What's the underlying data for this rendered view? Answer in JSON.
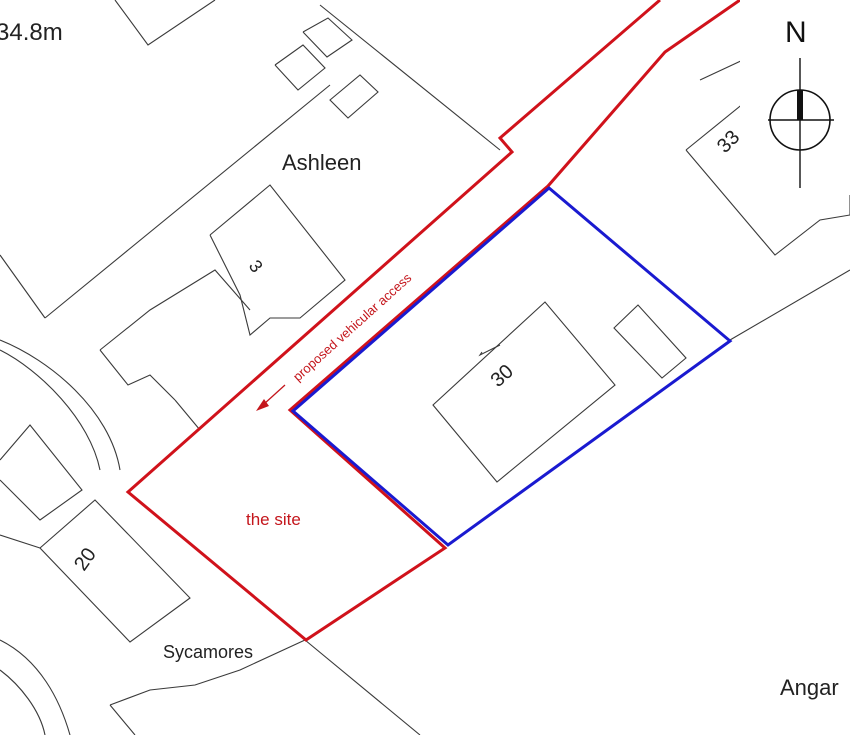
{
  "map": {
    "labels": {
      "spot_height": "34.8m",
      "ashleen": "Ashleen",
      "house_3": "3",
      "house_30": "30",
      "house_20": "20",
      "house_33": "33",
      "sycamores": "Sycamores",
      "angar": "Angar",
      "site": "the site",
      "access": "proposed vehicular access"
    },
    "north_arrow": {
      "letter": "N",
      "icon": "north-arrow-icon"
    },
    "colors": {
      "red_line": "#d0121b",
      "blue_line": "#1a1ad0",
      "base_line": "#3a3a3a"
    }
  }
}
